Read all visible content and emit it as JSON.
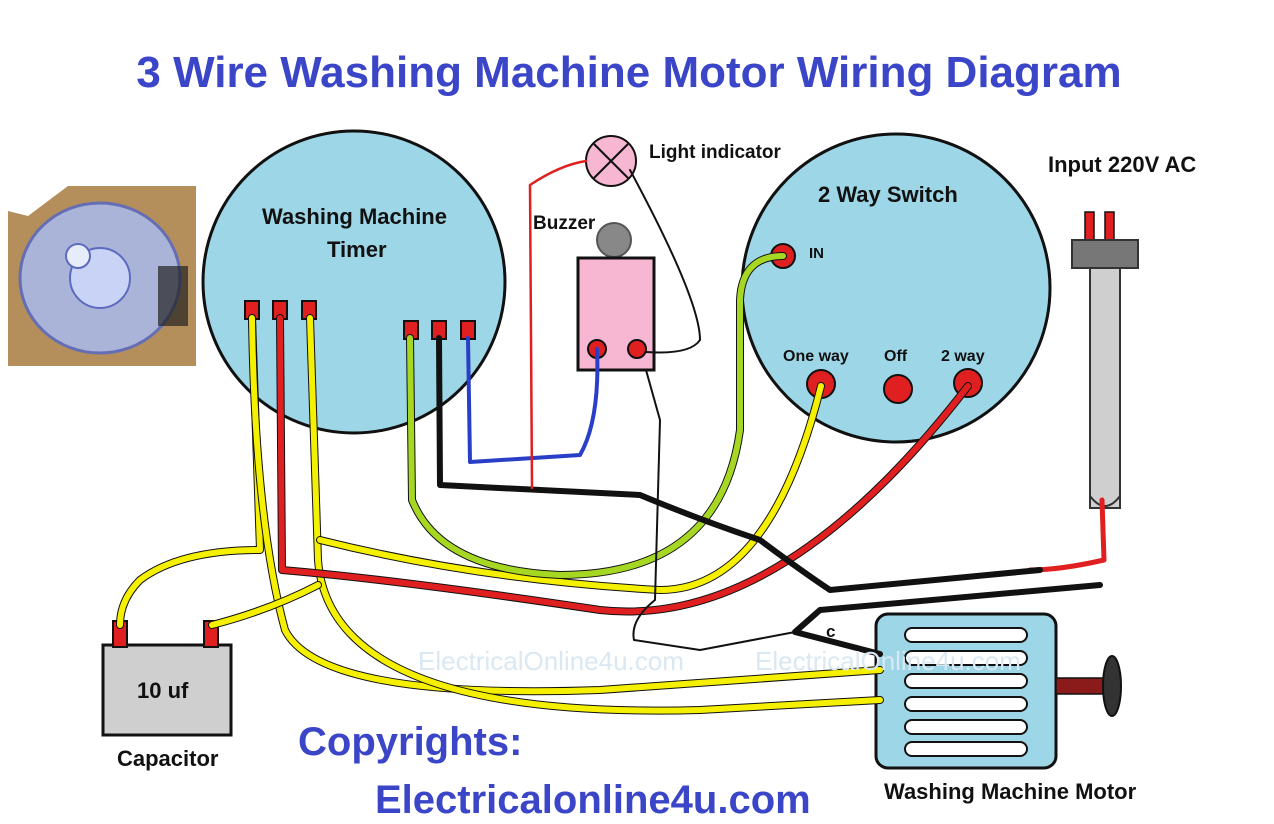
{
  "title": "3 Wire Washing Machine Motor Wiring Diagram",
  "timer": {
    "label_line1": "Washing Machine",
    "label_line2": "Timer"
  },
  "light_indicator": "Light indicator",
  "buzzer": "Buzzer",
  "switch": {
    "title": "2 Way Switch",
    "in": "IN",
    "one_way": "One way",
    "off": "Off",
    "two_way": "2 way"
  },
  "input": "Input 220V AC",
  "capacitor": {
    "value": "10 uf",
    "label": "Capacitor"
  },
  "motor": {
    "label": "Washing Machine Motor",
    "common": "c"
  },
  "copyright": {
    "line1": "Copyrights:",
    "line2": "Electricalonline4u.com"
  },
  "watermark": "ElectricalOnline4u.com",
  "colors": {
    "title": "#3a45c7",
    "circle_fill": "#9dd6e6",
    "red": "#e02020",
    "yellow": "#f5f000",
    "green": "#a6d823",
    "black": "#111111",
    "blue": "#2a3fc8",
    "pink": "#f7b6d2"
  }
}
